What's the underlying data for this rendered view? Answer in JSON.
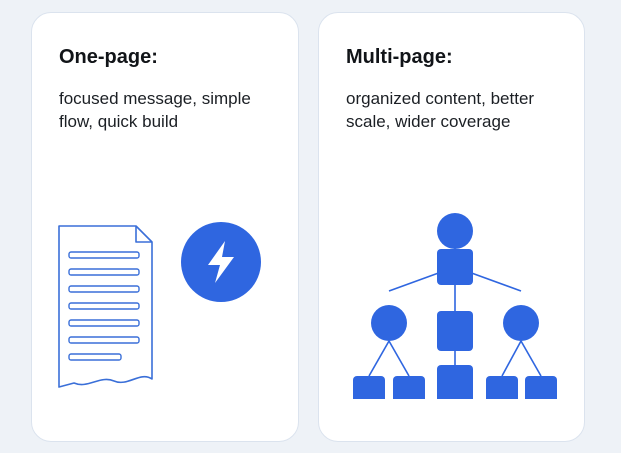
{
  "cards": {
    "one_page": {
      "title": "One-page:",
      "description": "focused message, simple flow, quick build",
      "icons": [
        "document-icon",
        "lightning-bolt-icon"
      ]
    },
    "multi_page": {
      "title": "Multi-page:",
      "description": "organized content, better scale, wider coverage",
      "icons": [
        "sitemap-hierarchy-icon"
      ]
    }
  },
  "colors": {
    "accent": "#2f66e0",
    "accent_outline": "#3a6fd8",
    "card_background": "#ffffff",
    "page_background": "#eef2f7",
    "text": "#111418"
  }
}
